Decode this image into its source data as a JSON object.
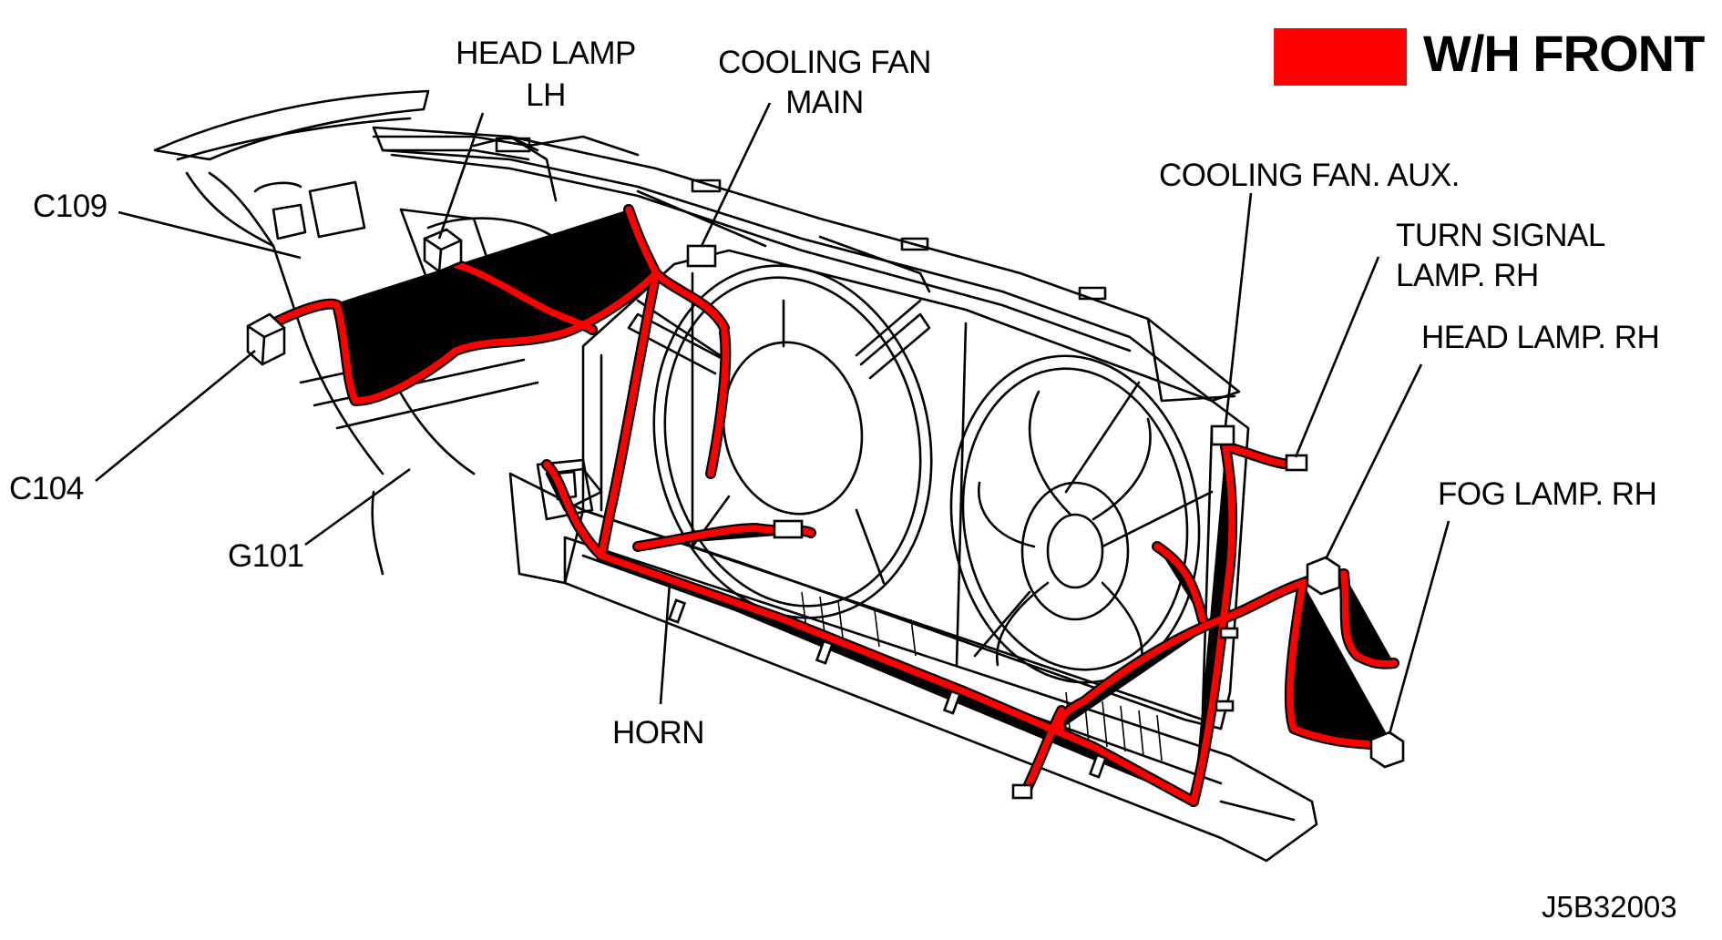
{
  "legend": {
    "label": "W/H FRONT",
    "color": "#ff0000"
  },
  "labels": {
    "head_lamp_lh_1": "HEAD LAMP",
    "head_lamp_lh_2": "LH",
    "cooling_fan_main_1": "COOLING FAN",
    "cooling_fan_main_2": "MAIN",
    "c109": "C109",
    "c104": "C104",
    "g101": "G101",
    "horn": "HORN",
    "cooling_fan_aux": "COOLING FAN. AUX.",
    "turn_signal_1": "TURN SIGNAL",
    "turn_signal_2": "LAMP. RH",
    "head_lamp_rh": "HEAD LAMP. RH",
    "fog_lamp_rh": "FOG LAMP. RH"
  },
  "figure_code": "J5B32003",
  "colors": {
    "harness": "#ff0000",
    "outline": "#000000",
    "background": "#ffffff"
  }
}
